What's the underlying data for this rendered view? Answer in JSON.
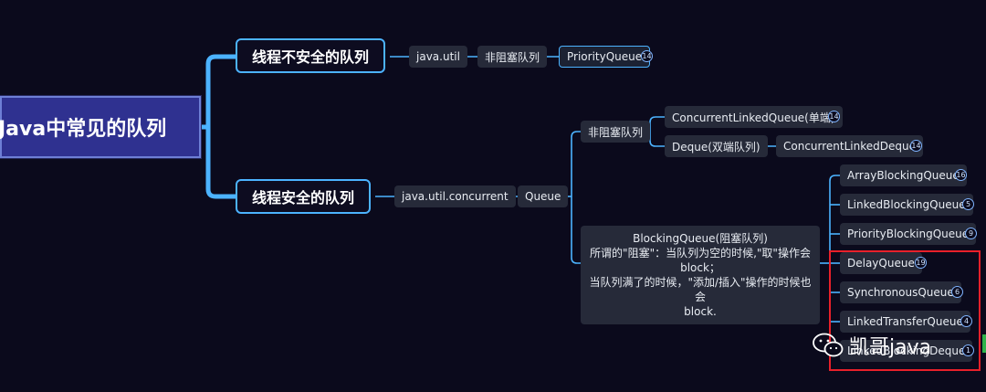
{
  "root": {
    "label": "Java中常见的队列"
  },
  "unsafe": {
    "label": "线程不安全的队列",
    "pkg": "java.util",
    "kind": "非阻塞队列",
    "impl": {
      "label": "PriorityQueue",
      "badge": "14"
    }
  },
  "safe": {
    "label": "线程安全的队列",
    "pkg": "java.util.concurrent",
    "iface": "Queue",
    "nonblocking": {
      "label": "非阻塞队列",
      "clq": {
        "label": "ConcurrentLinkedQueue(单端)",
        "badge": "14"
      },
      "deque": {
        "label": "Deque(双端队列)"
      },
      "cld": {
        "label": "ConcurrentLinkedDeque",
        "badge": "14"
      }
    },
    "blocking": {
      "lines": [
        "BlockingQueue(阻塞队列)",
        "所谓的\"阻塞\"：当队列为空的时候,\"取\"操作会",
        "block；",
        "当队列满了的时候，\"添加/插入\"操作的时候也会",
        "block."
      ],
      "items": [
        {
          "label": "ArrayBlockingQueue",
          "badge": "16"
        },
        {
          "label": "LinkedBlockingQueue",
          "badge": "5"
        },
        {
          "label": "PriorityBlockingQueue",
          "badge": "9"
        },
        {
          "label": "DelayQueue",
          "badge": "19"
        },
        {
          "label": "SynchronousQueue",
          "badge": "6"
        },
        {
          "label": "LinkedTransferQueue",
          "badge": "4"
        },
        {
          "label": "LinkedBlockingDeque",
          "badge": "1"
        }
      ]
    }
  },
  "watermark": "凯哥java",
  "colors": {
    "link": "#4cb3ff",
    "highlight": "#e8202a",
    "root_bg": "#2f3190"
  }
}
